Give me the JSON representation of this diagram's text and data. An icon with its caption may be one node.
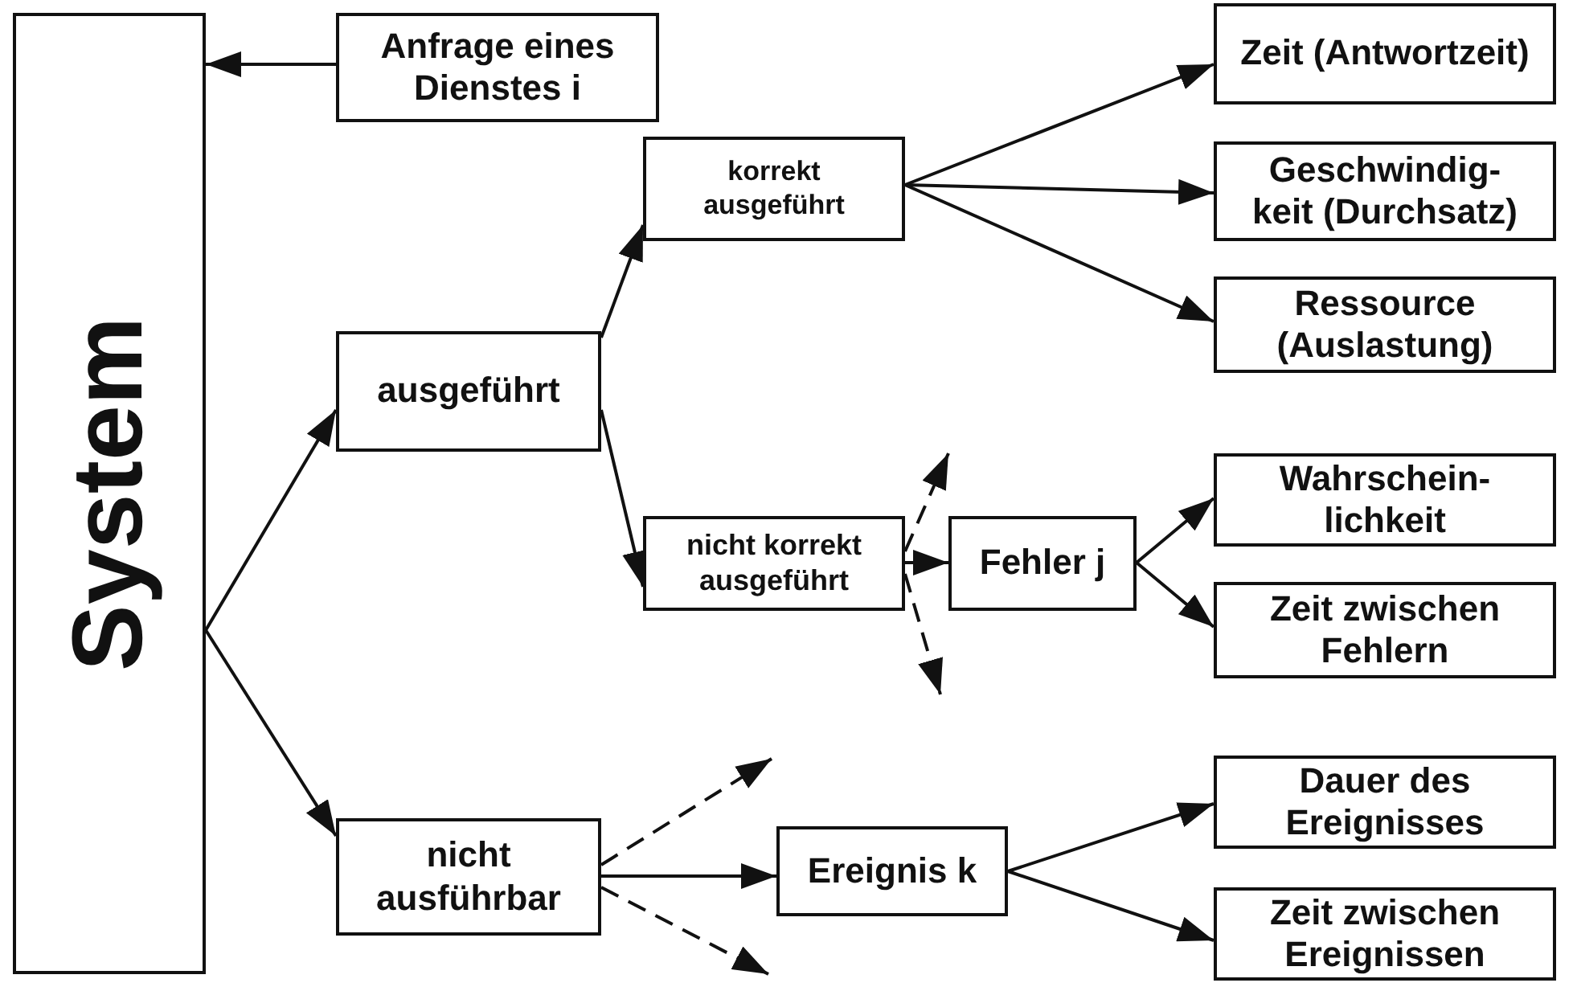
{
  "diagram": {
    "nodes": [
      {
        "text": [
          "System"
        ]
      },
      {
        "text": [
          "Anfrage eines Dienstes i"
        ]
      },
      {
        "text": [
          "ausgeführt"
        ]
      },
      {
        "text": [
          "nicht ausführbar"
        ]
      },
      {
        "text": [
          "korrekt ausgeführt"
        ]
      },
      {
        "text": [
          "nicht korrekt ausgeführt"
        ]
      },
      {
        "text": [
          "Fehler j"
        ]
      },
      {
        "text": [
          "Ereignis k"
        ]
      },
      {
        "text": [
          "Zeit (Antwortzeit)"
        ]
      },
      {
        "text": [
          "Geschwindig- keit (Durchsatz)"
        ]
      },
      {
        "text": [
          "Ressource (Auslastung)"
        ]
      },
      {
        "text": [
          "Wahrschein- lichkeit"
        ]
      },
      {
        "text": [
          "Zeit zwischen Fehlern"
        ]
      },
      {
        "text": [
          "Dauer des Ereignisses"
        ]
      },
      {
        "text": [
          "Zeit zwischen Ereignissen"
        ]
      }
    ],
    "edges": [
      {
        "from": 1,
        "to": 0,
        "arrow": "to"
      },
      {
        "from": 0,
        "to": 2,
        "arrow": "to"
      },
      {
        "from": 0,
        "to": 3,
        "arrow": "to"
      },
      {
        "from": 2,
        "to": 4,
        "arrow": "to"
      },
      {
        "from": 2,
        "to": 5,
        "arrow": "to"
      },
      {
        "from": 4,
        "to": 8,
        "arrow": "to"
      },
      {
        "from": 4,
        "to": 9,
        "arrow": "to"
      },
      {
        "from": 4,
        "to": 10,
        "arrow": "to"
      },
      {
        "from": 5,
        "to": 6,
        "arrow": "to"
      },
      {
        "from": 5,
        "to": null,
        "arrow": "to",
        "style": "dashed"
      },
      {
        "from": 5,
        "to": null,
        "arrow": "to",
        "style": "dashed"
      },
      {
        "from": 6,
        "to": 11,
        "arrow": "to"
      },
      {
        "from": 6,
        "to": 12,
        "arrow": "to"
      },
      {
        "from": 3,
        "to": 7,
        "arrow": "to"
      },
      {
        "from": 3,
        "to": null,
        "arrow": "to",
        "style": "dashed"
      },
      {
        "from": 3,
        "to": null,
        "arrow": "to",
        "style": "dashed"
      },
      {
        "from": 7,
        "to": 13,
        "arrow": "to"
      },
      {
        "from": 7,
        "to": 14,
        "arrow": "to"
      }
    ]
  }
}
